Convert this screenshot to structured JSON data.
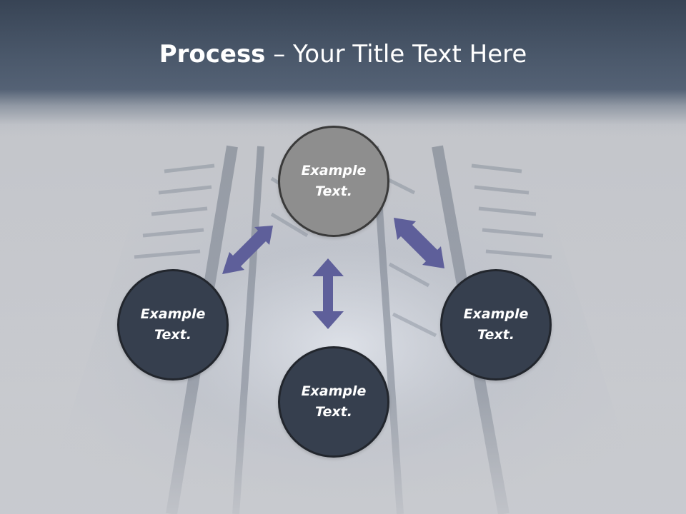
{
  "slide": {
    "title_bold": "Process",
    "title_rest": " – Your Title Text Here"
  },
  "nodes": {
    "top": {
      "line1": "Example",
      "line2": "Text."
    },
    "left": {
      "line1": "Example",
      "line2": "Text."
    },
    "right": {
      "line1": "Example",
      "line2": "Text."
    },
    "bottom": {
      "line1": "Example",
      "line2": "Text."
    }
  },
  "colors": {
    "header": "#465467",
    "node_dark": "#363f4e",
    "node_light": "#8e8e8e",
    "arrow": "#5e5f9a"
  },
  "icons": {
    "arrows": "double-headed-arrow"
  }
}
